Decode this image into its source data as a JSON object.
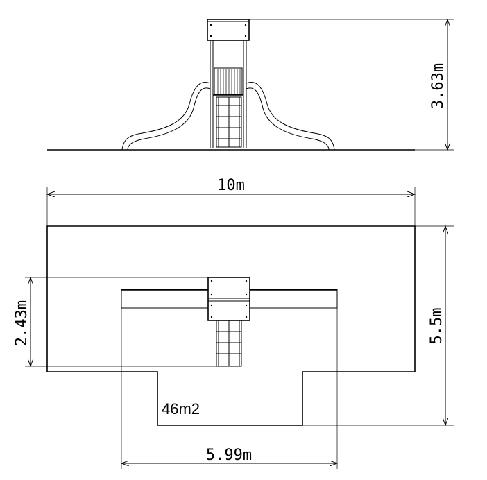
{
  "dimensions": {
    "height_elevation": "3.63m",
    "width_total": "10m",
    "depth_total": "5.5m",
    "depth_equipment": "2.43m",
    "width_bottom": "5.99m"
  },
  "area_label": "46m2"
}
